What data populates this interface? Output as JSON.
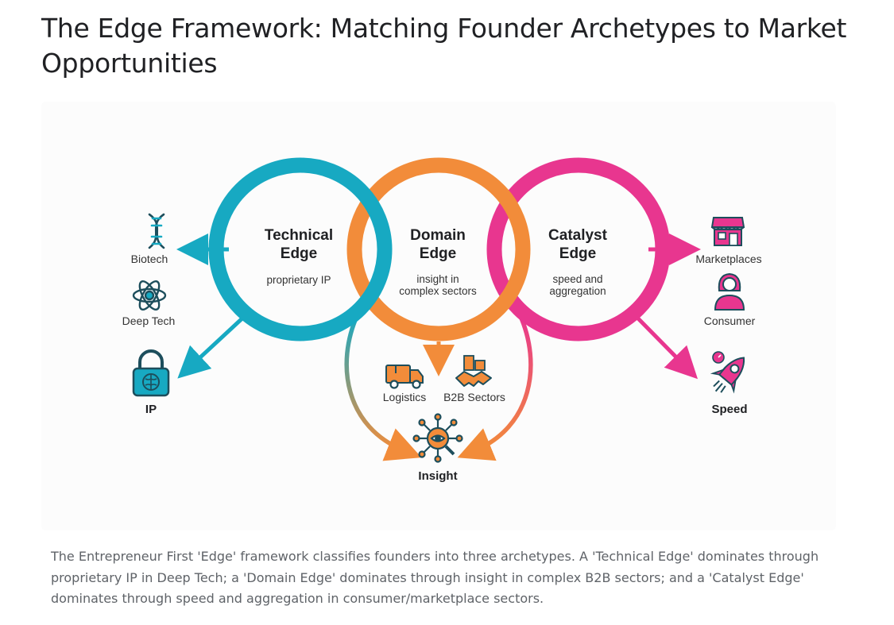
{
  "title": "The Edge Framework: Matching Founder Archetypes to Market Opportunities",
  "colors": {
    "technical": "#17a9c2",
    "domain": "#f28c3a",
    "catalyst": "#e8368f",
    "icon_dark": "#1d4e5c"
  },
  "diagram": {
    "circles": [
      {
        "title_line1": "Technical",
        "title_line2": "Edge",
        "sub_line1": "proprietary IP",
        "sub_line2": ""
      },
      {
        "title_line1": "Domain",
        "title_line2": "Edge",
        "sub_line1": "insight in",
        "sub_line2": "complex sectors"
      },
      {
        "title_line1": "Catalyst",
        "title_line2": "Edge",
        "sub_line1": "speed and",
        "sub_line2": "aggregation"
      }
    ],
    "technical_outputs": [
      {
        "label": "Biotech",
        "icon": "dna-icon"
      },
      {
        "label": "Deep Tech",
        "icon": "atom-icon"
      },
      {
        "label": "IP",
        "icon": "padlock-brain-icon"
      }
    ],
    "domain_outputs": [
      {
        "label": "Logistics",
        "icon": "delivery-truck-icon"
      },
      {
        "label": "B2B Sectors",
        "icon": "handshake-buildings-icon"
      }
    ],
    "catalyst_outputs": [
      {
        "label": "Marketplaces",
        "icon": "storefront-icon"
      },
      {
        "label": "Consumer",
        "icon": "person-icon"
      },
      {
        "label": "Speed",
        "icon": "rocket-icon"
      }
    ],
    "convergence": {
      "label": "Insight",
      "icon": "network-eye-icon"
    }
  },
  "caption": "The Entrepreneur First 'Edge' framework classifies founders into three archetypes. A 'Technical Edge' dominates through proprietary IP in Deep Tech; a 'Domain Edge' dominates through insight in complex B2B sectors; and a 'Catalyst Edge' dominates through speed and aggregation in consumer/marketplace sectors."
}
